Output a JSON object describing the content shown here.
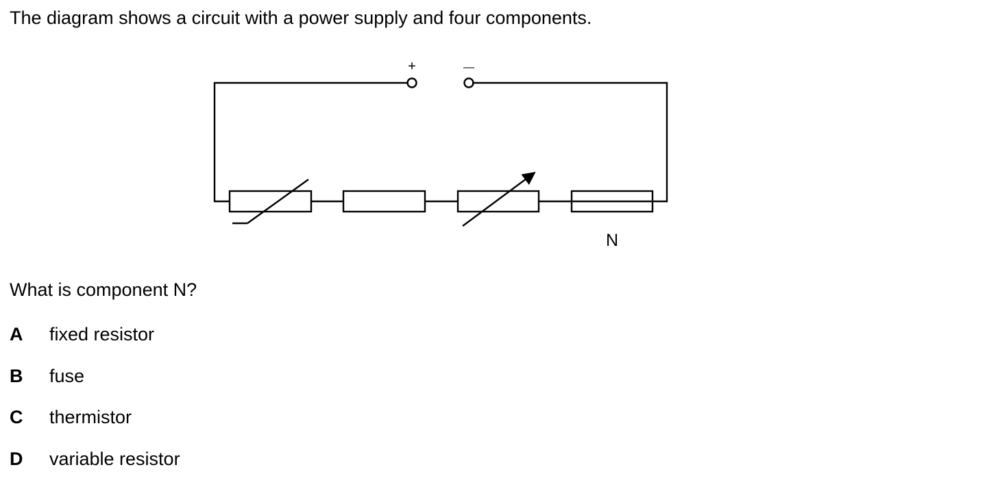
{
  "intro": "The diagram shows a circuit with a power supply and four components.",
  "circuit": {
    "terminal_positive": "+",
    "terminal_negative": "—",
    "component_label": "N",
    "components": [
      "thermistor-symbol",
      "fixed-resistor-symbol",
      "variable-resistor-symbol",
      "fuse-symbol"
    ]
  },
  "question": "What is component N?",
  "options": [
    {
      "letter": "A",
      "text": "fixed resistor"
    },
    {
      "letter": "B",
      "text": "fuse"
    },
    {
      "letter": "C",
      "text": "thermistor"
    },
    {
      "letter": "D",
      "text": "variable resistor"
    }
  ]
}
